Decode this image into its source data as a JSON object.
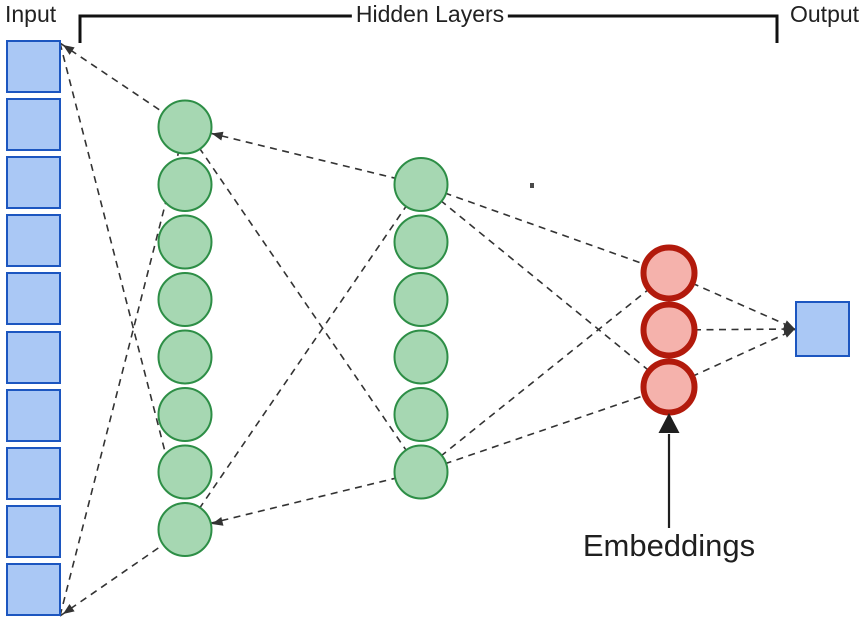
{
  "diagram": {
    "labels": {
      "input": "Input",
      "hidden": "Hidden Layers",
      "output": "Output",
      "embeddings": "Embeddings"
    },
    "layers": [
      {
        "name": "input",
        "type": "square",
        "count": 10
      },
      {
        "name": "hidden-1",
        "type": "circle",
        "count": 8
      },
      {
        "name": "hidden-2",
        "type": "circle",
        "count": 6
      },
      {
        "name": "embeddings",
        "type": "circle",
        "count": 3
      },
      {
        "name": "output",
        "type": "square",
        "count": 1
      }
    ],
    "colors": {
      "input_fill": "#aac8f5",
      "input_border": "#1c56c0",
      "hidden_fill": "#a6d7b2",
      "hidden_border": "#2d8e46",
      "embedding_fill": "#f5b2ac",
      "embedding_border": "#b21a0c",
      "connection_line": "#333333",
      "bracket": "#111111",
      "arrow": "#1f1f1f",
      "text": "#212121"
    }
  }
}
